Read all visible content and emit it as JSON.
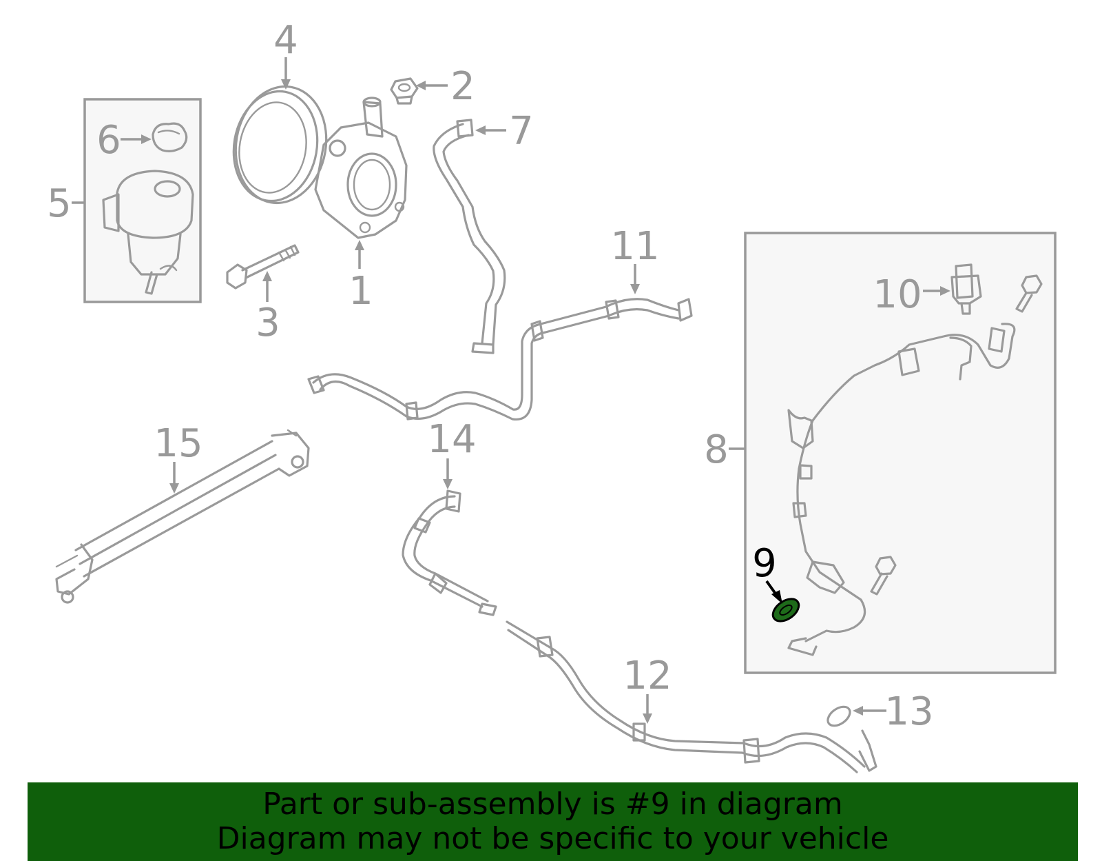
{
  "diagram": {
    "callouts": [
      {
        "id": "1",
        "label": "1"
      },
      {
        "id": "2",
        "label": "2"
      },
      {
        "id": "3",
        "label": "3"
      },
      {
        "id": "4",
        "label": "4"
      },
      {
        "id": "5",
        "label": "5"
      },
      {
        "id": "6",
        "label": "6"
      },
      {
        "id": "7",
        "label": "7"
      },
      {
        "id": "8",
        "label": "8"
      },
      {
        "id": "9",
        "label": "9"
      },
      {
        "id": "10",
        "label": "10"
      },
      {
        "id": "11",
        "label": "11"
      },
      {
        "id": "12",
        "label": "12"
      },
      {
        "id": "13",
        "label": "13"
      },
      {
        "id": "14",
        "label": "14"
      },
      {
        "id": "15",
        "label": "15"
      }
    ],
    "highlighted_part": "9",
    "colors": {
      "line_art": "#9a9a9a",
      "callout_text": "#999999",
      "highlight_fill": "#1e6b1a",
      "highlight_text": "#000000",
      "banner_background": "#0f5f0b"
    }
  },
  "banner": {
    "line1": "Part or sub-assembly is #9 in diagram",
    "line2": "Diagram may not be specific to your vehicle"
  }
}
